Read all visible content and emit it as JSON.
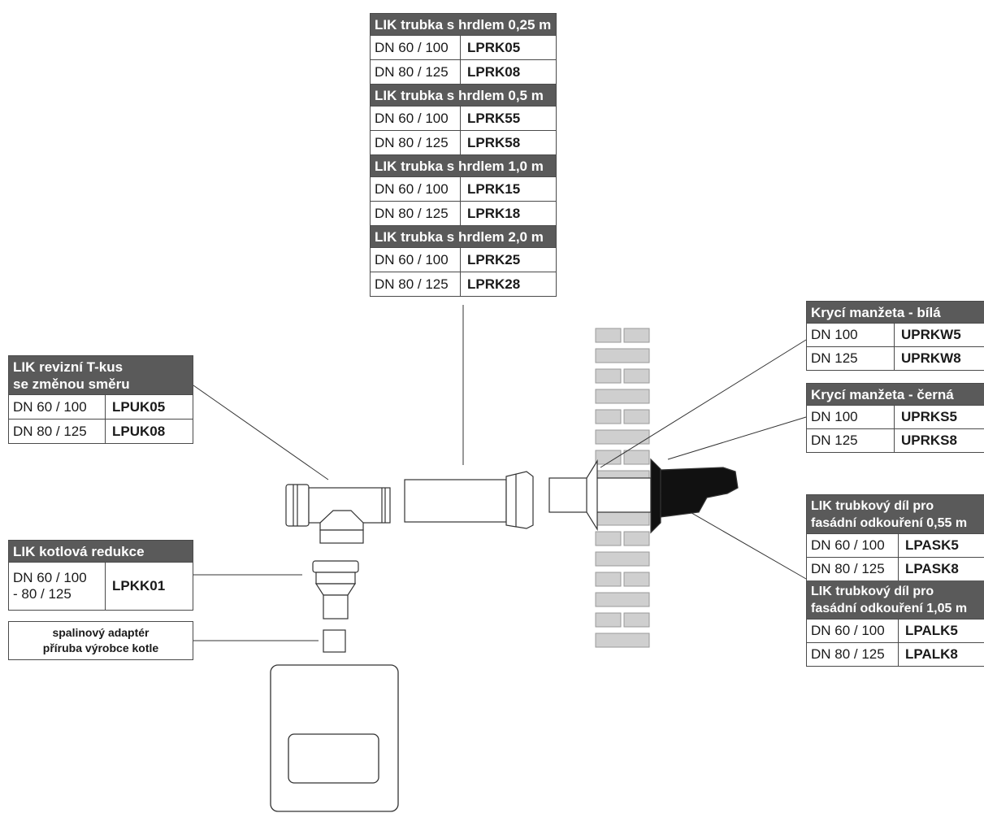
{
  "pipe_groups": [
    {
      "header": "LIK trubka s hrdlem 0,25 m",
      "rows": [
        [
          "DN 60 / 100",
          "LPRK05"
        ],
        [
          "DN 80 / 125",
          "LPRK08"
        ]
      ]
    },
    {
      "header": "LIK trubka s hrdlem 0,5 m",
      "rows": [
        [
          "DN 60 / 100",
          "LPRK55"
        ],
        [
          "DN 80 / 125",
          "LPRK58"
        ]
      ]
    },
    {
      "header": "LIK trubka s hrdlem 1,0 m",
      "rows": [
        [
          "DN 60 / 100",
          "LPRK15"
        ],
        [
          "DN 80 / 125",
          "LPRK18"
        ]
      ]
    },
    {
      "header": "LIK trubka s hrdlem 2,0 m",
      "rows": [
        [
          "DN 60 / 100",
          "LPRK25"
        ],
        [
          "DN 80 / 125",
          "LPRK28"
        ]
      ]
    }
  ],
  "tee": {
    "header_line1": "LIK revizní T-kus",
    "header_line2": "se změnou směru",
    "rows": [
      [
        "DN 60 / 100",
        "LPUK05"
      ],
      [
        "DN 80 / 125",
        "LPUK08"
      ]
    ]
  },
  "reducer": {
    "header": "LIK kotlová redukce",
    "dn_line1": "DN 60 / 100",
    "dn_line2": "- 80 / 125",
    "code": "LPKK01"
  },
  "adapter": {
    "line1": "spalinový adaptér",
    "line2": "příruba výrobce kotle"
  },
  "collar_white": {
    "header": "Krycí manžeta - bílá",
    "rows": [
      [
        "DN 100",
        "UPRKW5"
      ],
      [
        "DN 125",
        "UPRKW8"
      ]
    ]
  },
  "collar_black": {
    "header": "Krycí manžeta - černá",
    "rows": [
      [
        "DN 100",
        "UPRKS5"
      ],
      [
        "DN 125",
        "UPRKS8"
      ]
    ]
  },
  "facade_055": {
    "header_line1": "LIK trubkový díl pro",
    "header_line2": "fasádní odkouření 0,55 m",
    "rows": [
      [
        "DN 60 / 100",
        "LPASK5"
      ],
      [
        "DN 80 / 125",
        "LPASK8"
      ]
    ]
  },
  "facade_105": {
    "header_line1": "LIK trubkový díl pro",
    "header_line2": "fasádní odkouření 1,05 m",
    "rows": [
      [
        "DN 60 / 100",
        "LPALK5"
      ],
      [
        "DN 80 / 125",
        "LPALK8"
      ]
    ]
  }
}
